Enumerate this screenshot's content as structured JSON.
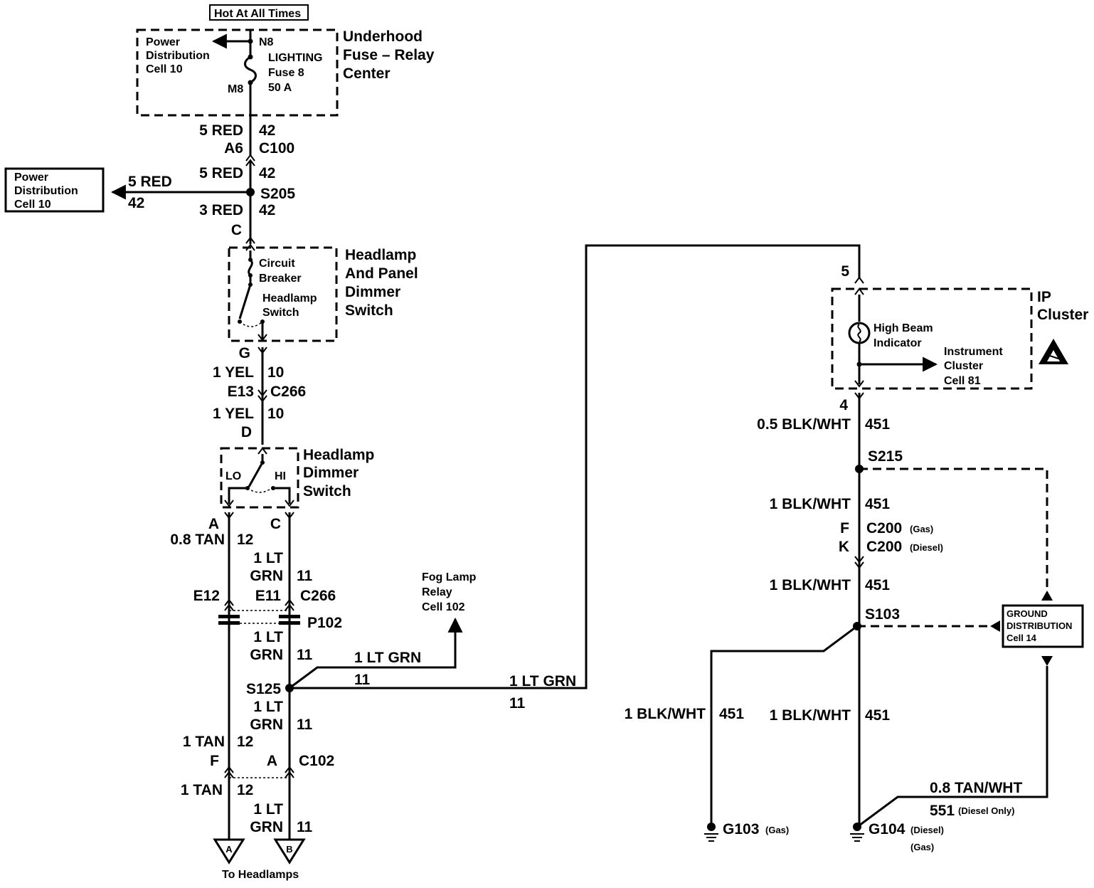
{
  "hot_label": "Hot At All Times",
  "fuse_block": {
    "title": [
      "Underhood",
      "Fuse – Relay",
      "Center"
    ],
    "power_dist": [
      "Power",
      "Distribution",
      "Cell 10"
    ],
    "n8": "N8",
    "m8": "M8",
    "fuse": [
      "LIGHTING",
      "Fuse 8",
      "50 A"
    ]
  },
  "wire_top": {
    "size": "5 RED",
    "num": "42",
    "pin": "A6",
    "conn": "C100"
  },
  "wire_mid": {
    "size": "5 RED",
    "num": "42"
  },
  "splice_s205": "S205",
  "power_dist_box": [
    "Power",
    "Distribution",
    "Cell 10"
  ],
  "branch_s205": {
    "size": "5 RED",
    "num": "42"
  },
  "wire_s205_down": {
    "size": "3 RED",
    "num": "42",
    "pin": "C"
  },
  "headlamp_panel": {
    "title": [
      "Headlamp",
      "And Panel",
      "Dimmer",
      "Switch"
    ],
    "breaker": [
      "Circuit",
      "Breaker"
    ],
    "switch": [
      "Headlamp",
      "Switch"
    ]
  },
  "pin_g": "G",
  "wire_yel_1": {
    "size": "1 YEL",
    "num": "10",
    "pin": "E13",
    "conn": "C266"
  },
  "wire_yel_2": {
    "size": "1 YEL",
    "num": "10",
    "pin": "D"
  },
  "dimmer_switch": {
    "title": [
      "Headlamp",
      "Dimmer",
      "Switch"
    ],
    "lo": "LO",
    "hi": "HI"
  },
  "pin_a": "A",
  "pin_c": "C",
  "wire_tan_08": {
    "size": "0.8 TAN",
    "num": "12"
  },
  "wire_ltgrn_1": {
    "size": [
      "1 LT",
      "GRN"
    ],
    "num": "11"
  },
  "c266": {
    "left": "E12",
    "right": "E11",
    "conn": "C266"
  },
  "p102": "P102",
  "wire_ltgrn_2": {
    "size": [
      "1 LT",
      "GRN"
    ],
    "num": "11"
  },
  "splice_s125": "S125",
  "fog_relay": [
    "Fog Lamp",
    "Relay",
    "Cell 102"
  ],
  "wire_fog": {
    "size": "1 LT GRN",
    "num": "11"
  },
  "wire_long": {
    "size": "1 LT GRN",
    "num": "11"
  },
  "wire_ltgrn_3": {
    "size": [
      "1 LT",
      "GRN"
    ],
    "num": "11"
  },
  "wire_tan_1": {
    "size": "1 TAN",
    "num": "12",
    "pin": "F"
  },
  "c102": {
    "pin": "A",
    "conn": "C102"
  },
  "wire_tan_2": {
    "size": "1 TAN",
    "num": "12"
  },
  "wire_ltgrn_4": {
    "size": [
      "1 LT",
      "GRN"
    ],
    "num": "11"
  },
  "headlamps": {
    "a": "A",
    "b": "B",
    "label": "To Headlamps"
  },
  "ip_cluster": {
    "pin_top": "5",
    "title": [
      "IP",
      "Cluster"
    ],
    "indicator": [
      "High Beam",
      "Indicator"
    ],
    "cluster_ref": [
      "Instrument",
      "Cluster",
      "Cell 81"
    ],
    "pin_bottom": "4"
  },
  "wire_bw_05": {
    "size": "0.5 BLK/WHT",
    "num": "451"
  },
  "splice_s215": "S215",
  "wire_bw_1a": {
    "size": "1 BLK/WHT",
    "num": "451"
  },
  "c200": {
    "pin_f": "F",
    "conn_gas": "C200",
    "gas_note": "(Gas)",
    "pin_k": "K",
    "conn_diesel": "C200",
    "diesel_note": "(Diesel)"
  },
  "wire_bw_1b": {
    "size": "1 BLK/WHT",
    "num": "451"
  },
  "splice_s103": "S103",
  "ground_box": [
    "GROUND",
    "DISTRIBUTION",
    "Cell 14"
  ],
  "wire_bw_left": {
    "size": "1 BLK/WHT",
    "num": "451"
  },
  "wire_bw_right": {
    "size": "1 BLK/WHT",
    "num": "451"
  },
  "wire_tanwht": {
    "size": "0.8 TAN/WHT",
    "num": "551",
    "note": "(Diesel Only)"
  },
  "g103": {
    "name": "G103",
    "note": "(Gas)"
  },
  "g104": {
    "name": "G104",
    "note1": "(Diesel)",
    "note2": "(Gas)"
  }
}
